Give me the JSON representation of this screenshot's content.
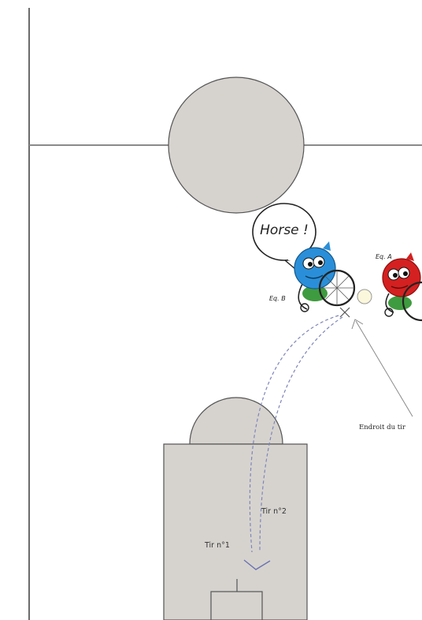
{
  "speech_bubble": {
    "text": "Horse !"
  },
  "players": {
    "player_b": {
      "label": "Eq. B",
      "color": "#2a8fd8"
    },
    "player_a": {
      "label": "Eq. A",
      "color": "#d42020"
    }
  },
  "annotations": {
    "shot_location": "Endroit du tir",
    "shot_2": "Tir n°2",
    "shot_1": "Tir n°1"
  },
  "colors": {
    "court_fill": "#d6d3cf",
    "court_line": "#555555",
    "trajectory": "#7f86b8"
  }
}
